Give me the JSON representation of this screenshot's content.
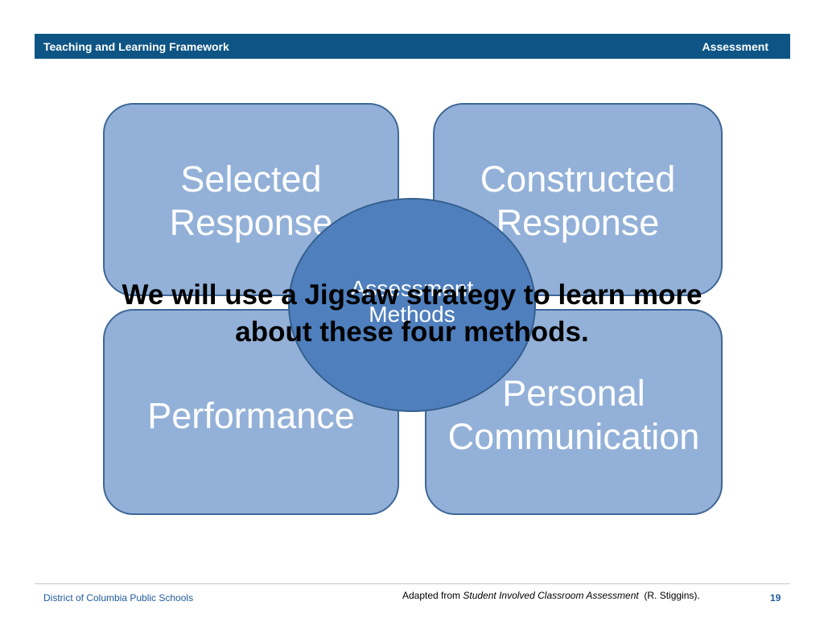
{
  "header": {
    "left_title": "Teaching and Learning Framework",
    "right_title": "Assessment"
  },
  "diagram": {
    "boxes": [
      {
        "lines": [
          "Selected",
          "Response"
        ]
      },
      {
        "lines": [
          "Constructed",
          "Response"
        ]
      },
      {
        "lines": [
          "Performance"
        ]
      },
      {
        "lines": [
          "Personal",
          "Communication"
        ]
      }
    ],
    "center": {
      "lines": [
        "Assessment",
        "Methods"
      ]
    }
  },
  "overlay": {
    "line1": "We will use a Jigsaw strategy to learn more",
    "line2": "about these four methods."
  },
  "footer": {
    "organization": "District of Columbia Public Schools",
    "credit_prefix": "Adapted from ",
    "credit_title": "Student Involved Classroom Assessment",
    "credit_suffix": "  (R. Stiggins).",
    "page_number": "19"
  },
  "colors": {
    "header_bar": "#0e5585",
    "box_fill": "#93b1d8",
    "box_border": "#3e6798",
    "circle_fill": "#4f7fbd"
  }
}
